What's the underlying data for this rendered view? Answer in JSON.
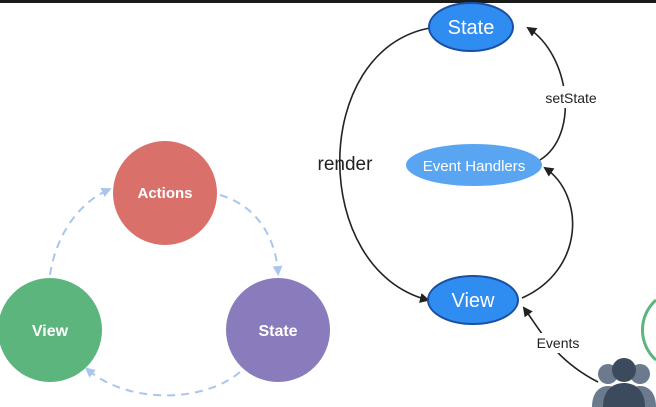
{
  "cycle": {
    "actions": {
      "label": "Actions",
      "color": "#d9706a"
    },
    "state": {
      "label": "State",
      "color": "#8a7bbd"
    },
    "view": {
      "label": "View",
      "color": "#5cb57d"
    },
    "arrow_color": "#a9c6ec"
  },
  "flow": {
    "state_node": {
      "label": "State"
    },
    "event_handlers_node": {
      "label": "Event Handlers"
    },
    "view_node": {
      "label": "View"
    },
    "render_label": "render",
    "setstate_label": "setState",
    "events_label": "Events",
    "node_fill": "#2f8cf0",
    "node_stroke": "#1a4fa3",
    "event_handlers_fill": "#5aa5f2",
    "user_icon": "users-icon",
    "user_icon_color": "#3b4a5c"
  }
}
